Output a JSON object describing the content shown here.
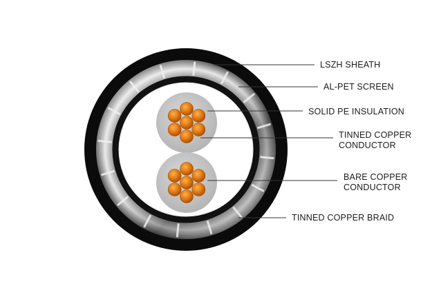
{
  "labels": {
    "sheath": "LSZH SHEATH",
    "screen": "AL-PET SCREEN",
    "insulation": "SOLID PE  INSULATION",
    "tinned_conductor_line1": "TINNED COPPER",
    "tinned_conductor_line2": "CONDUCTOR",
    "bare_conductor_line1": "BARE COPPER",
    "bare_conductor_line2": "CONDUCTOR",
    "braid": "TINNED COPPER BRAID"
  },
  "colors": {
    "sheath": "#0b0b0b",
    "braid": "#8a8a8a",
    "screen": "#111111",
    "insulation": "#c8c8c8",
    "copper": "#e07a10",
    "leader": "#333333"
  }
}
